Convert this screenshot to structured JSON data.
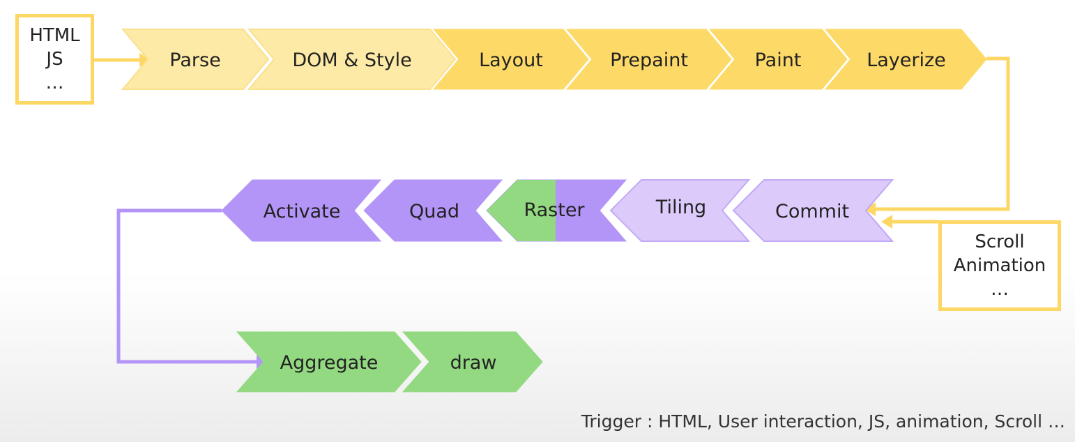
{
  "inputs_box": {
    "lines": [
      "HTML",
      "JS",
      "…"
    ]
  },
  "trigger_box": {
    "lines": [
      "Scroll",
      "Animation",
      "…"
    ]
  },
  "row1": [
    {
      "label": "Parse",
      "fill": "#fdeaa6"
    },
    {
      "label": "DOM & Style",
      "fill": "#fdeaa6"
    },
    {
      "label": "Layout",
      "fill": "#fdd968"
    },
    {
      "label": "Prepaint",
      "fill": "#fdd968"
    },
    {
      "label": "Paint",
      "fill": "#fdd968"
    },
    {
      "label": "Layerize",
      "fill": "#fdd968"
    }
  ],
  "row2": [
    {
      "label": "Activate",
      "fill": "#b394f7"
    },
    {
      "label": "Quad",
      "fill": "#b394f7"
    },
    {
      "label": "Raster",
      "fill": "#b394f7",
      "split_fill": "#93d981"
    },
    {
      "label": "Tiling",
      "fill": "#dccbfa"
    },
    {
      "label": "Commit",
      "fill": "#dccbfa"
    }
  ],
  "row3": [
    {
      "label": "Aggregate",
      "fill": "#93d981"
    },
    {
      "label": "draw",
      "fill": "#93d981"
    }
  ],
  "colors": {
    "yellow_line": "#fdd764",
    "purple_line": "#b394f7",
    "border_light_yellow": "#fbe08d",
    "border_light_purple": "#c1a9f5",
    "text": "#222222"
  },
  "trigger_note": "Trigger : HTML, User interaction, JS, animation, Scroll …"
}
